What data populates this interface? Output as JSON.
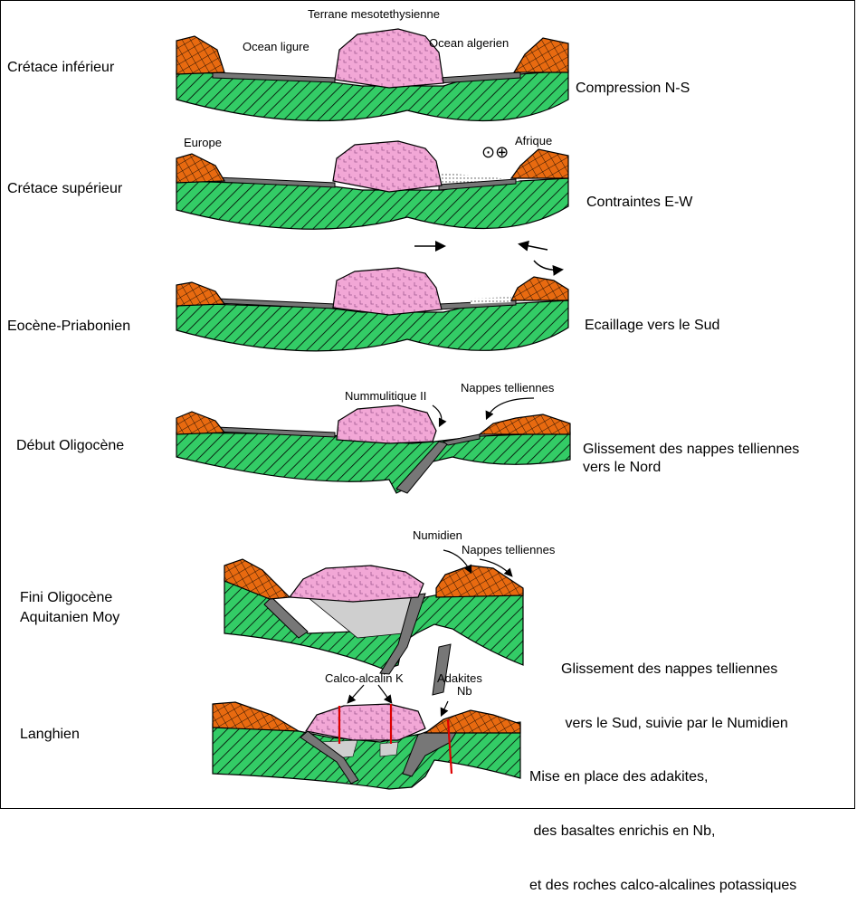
{
  "colors": {
    "crust": "#33cc66",
    "continent": "#e86a10",
    "terrane": "#f2a7d6",
    "oceanic": "#777777",
    "sediment": "#bdbdbd",
    "magma": "#dd0000"
  },
  "stages": [
    {
      "label": "Crétace inférieur",
      "process": [
        "Compression N-S"
      ]
    },
    {
      "label": "Crétace supérieur",
      "process": [
        "Contraintes E-W"
      ]
    },
    {
      "label": "Eocène-Priabonien",
      "process": [
        "Ecaillage vers le Sud"
      ]
    },
    {
      "label": "Début Oligocène",
      "process": [
        "Glissement des nappes telliennes",
        "vers le Nord"
      ]
    },
    {
      "label": "Fini Oligocène\nAquitanien Moy",
      "process": [
        "Glissement des nappes telliennes",
        " vers le Sud, suivie par le Numidien"
      ]
    },
    {
      "label": "Langhien",
      "process": [
        "Mise en place des adakites,",
        " des basaltes enrichis en Nb,",
        "et des roches calco-alcalines potassiques"
      ]
    }
  ],
  "annotations": {
    "terrane": "Terrane mesotethysienne",
    "ocean_ligure": "Ocean ligure",
    "ocean_algerien": "Ocean algerien",
    "europe": "Europe",
    "afrique": "Afrique",
    "symbols": "⊙⊕",
    "nummulitique": "Nummulitique II",
    "nappes_1": "Nappes telliennes",
    "numidien": "Numidien",
    "nappes_2": "Nappes telliennes",
    "calco": "Calco-alcalin K",
    "adakites": "Adakites",
    "nb": "Nb"
  },
  "icons": [
    "arrow-right-icon",
    "arrow-left-icon",
    "curved-arrow-icon"
  ]
}
